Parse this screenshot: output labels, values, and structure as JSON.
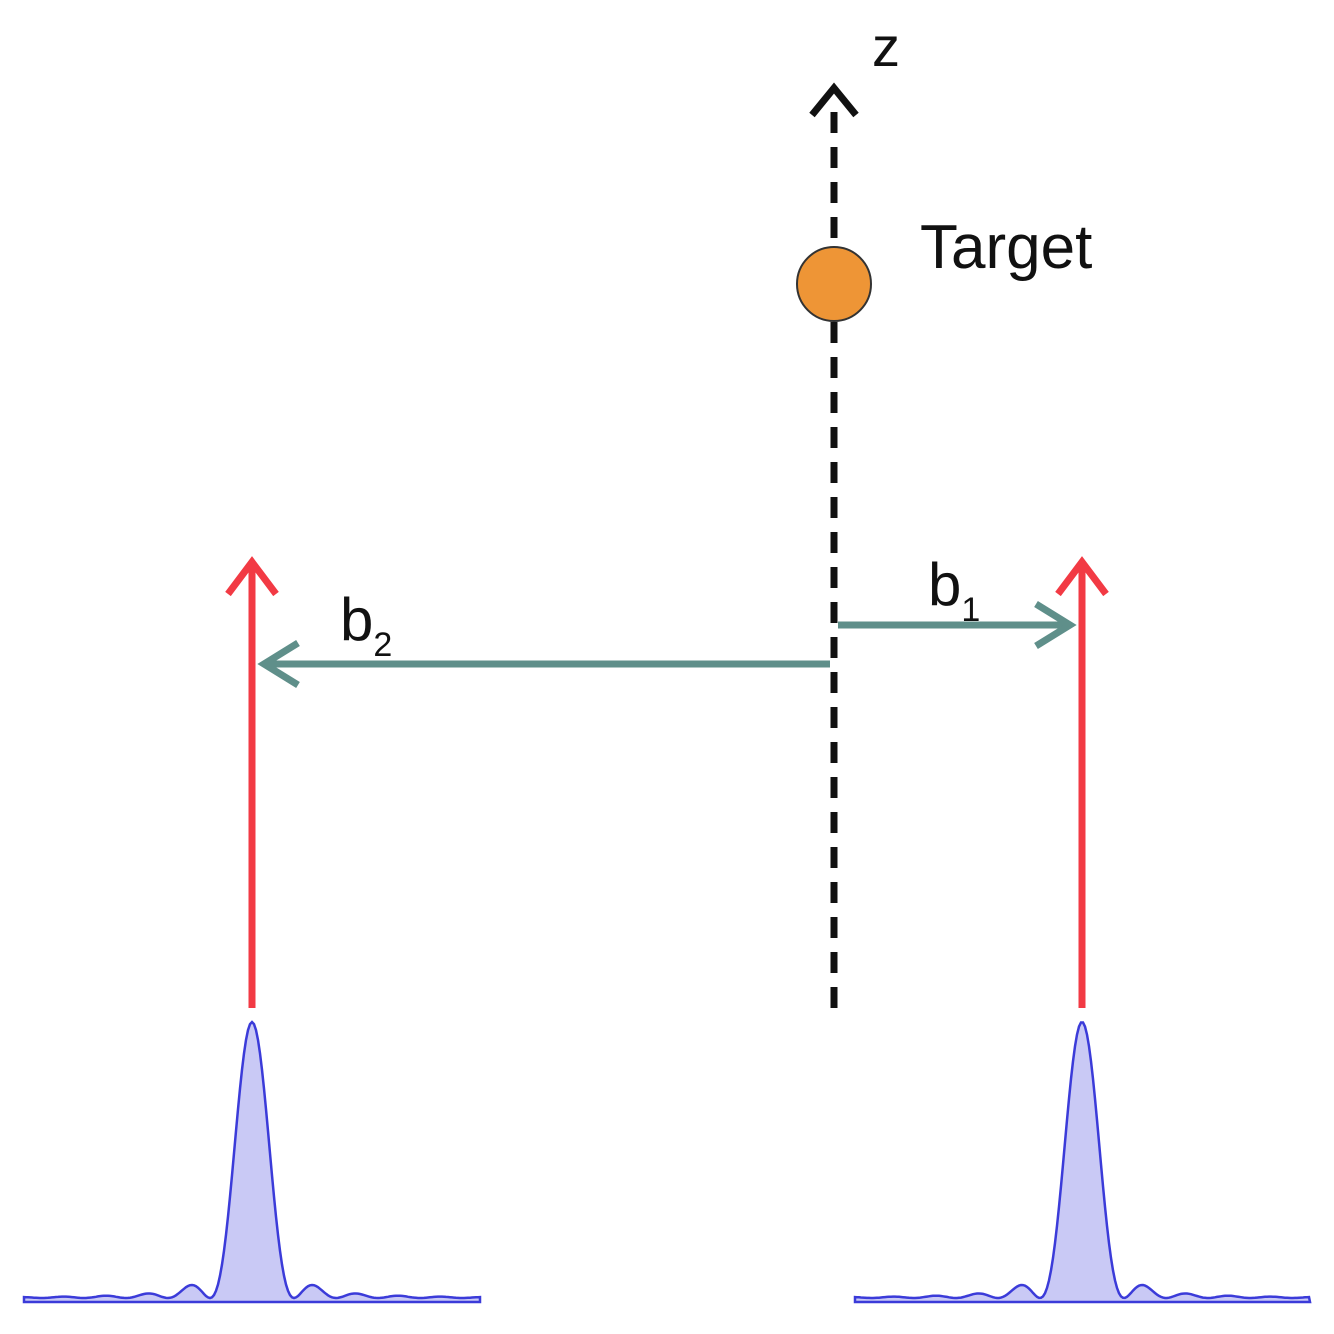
{
  "labels": {
    "axis": "z",
    "target": "Target",
    "b1": {
      "base": "b",
      "sub": "1"
    },
    "b2": {
      "base": "b",
      "sub": "2"
    }
  },
  "colors": {
    "axis": "#111111",
    "target_fill": "#ee9536",
    "target_stroke": "#333333",
    "beam": "#f23a44",
    "baseline": "#5f8f8a",
    "pattern_stroke": "#3b3bd9",
    "pattern_fill": "#c9c9f5"
  }
}
